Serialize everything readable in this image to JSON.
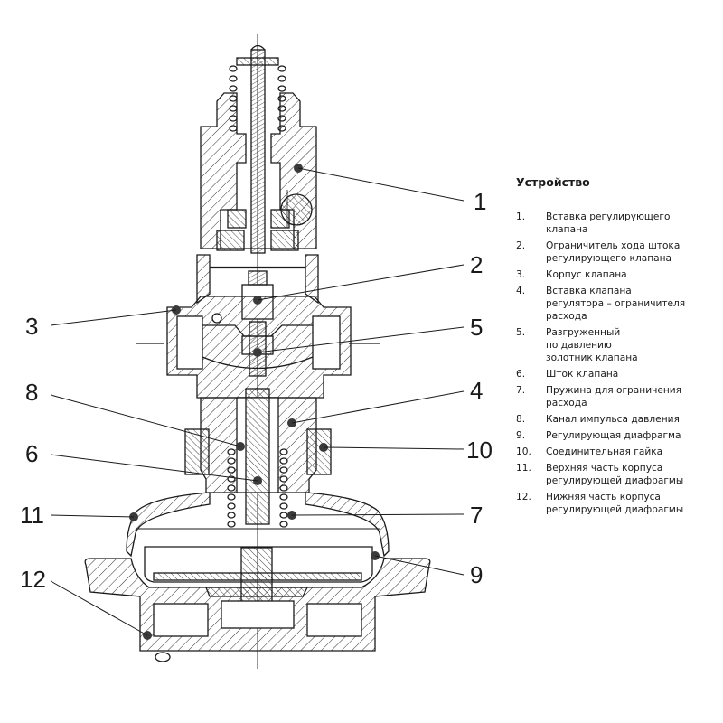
{
  "legend": {
    "title": "Устройство",
    "items": [
      {
        "num": "1.",
        "text": "Вставка регулирующего\nклапана"
      },
      {
        "num": "2.",
        "text": "Ограничитель хода штока\nрегулирующего клапана"
      },
      {
        "num": "3.",
        "text": "Корпус клапана"
      },
      {
        "num": "4.",
        "text": "Вставка клапана\nрегулятора – ограничителя\nрасхода"
      },
      {
        "num": "5.",
        "text": "Разгруженный\nпо давлению\nзолотник клапана"
      },
      {
        "num": "6.",
        "text": "Шток клапана"
      },
      {
        "num": "7.",
        "text": "Пружина для ограничения\nрасхода"
      },
      {
        "num": "8.",
        "text": "Канал импульса давления"
      },
      {
        "num": "9.",
        "text": "Регулирующая диафрагма"
      },
      {
        "num": "10.",
        "text": "Соединительная гайка"
      },
      {
        "num": "11.",
        "text": "Верхняя часть корпуса\nрегулирующей диафрагмы"
      },
      {
        "num": "12.",
        "text": "Нижняя часть корпуса\nрегулирующей диафрагмы"
      }
    ]
  },
  "callouts": {
    "c1": "1",
    "c2": "2",
    "c3": "3",
    "c4": "4",
    "c5": "5",
    "c6": "6",
    "c7": "7",
    "c8": "8",
    "c9": "9",
    "c10": "10",
    "c11": "11",
    "c12": "12"
  },
  "colors": {
    "line": "#1a1a1a",
    "hatch": "#333333",
    "marker": "#3a3a3a"
  }
}
